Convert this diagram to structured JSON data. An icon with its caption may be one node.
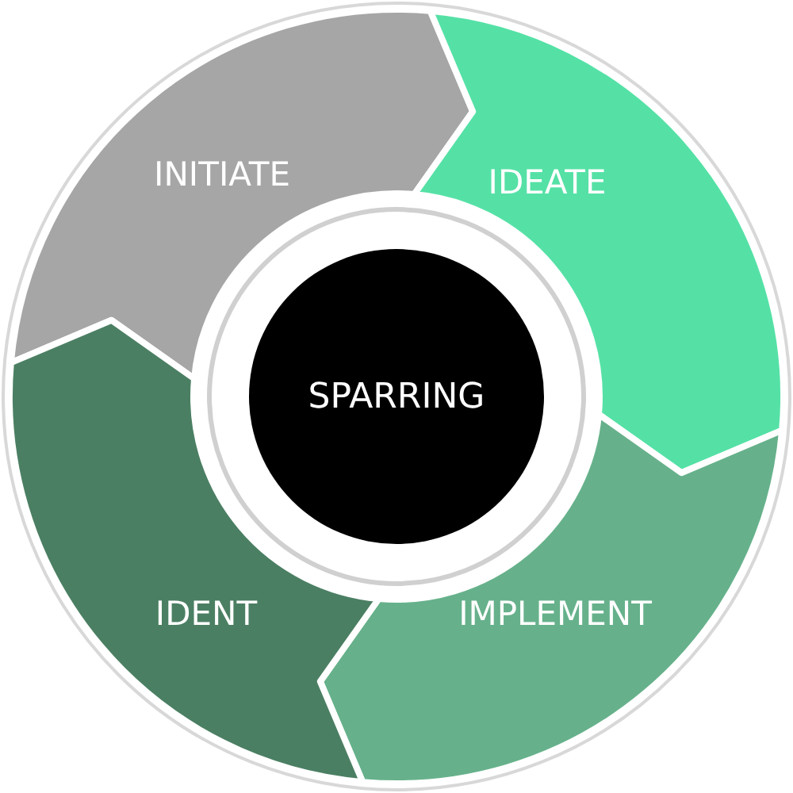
{
  "diagram": {
    "nodes": [
      {
        "text": [
          "SPARRING"
        ]
      },
      {
        "text": [
          "INITIATE"
        ]
      },
      {
        "text": [
          "IDEATE"
        ]
      },
      {
        "text": [
          "IMPLEMENT"
        ]
      },
      {
        "text": [
          "IDENT"
        ]
      }
    ]
  }
}
